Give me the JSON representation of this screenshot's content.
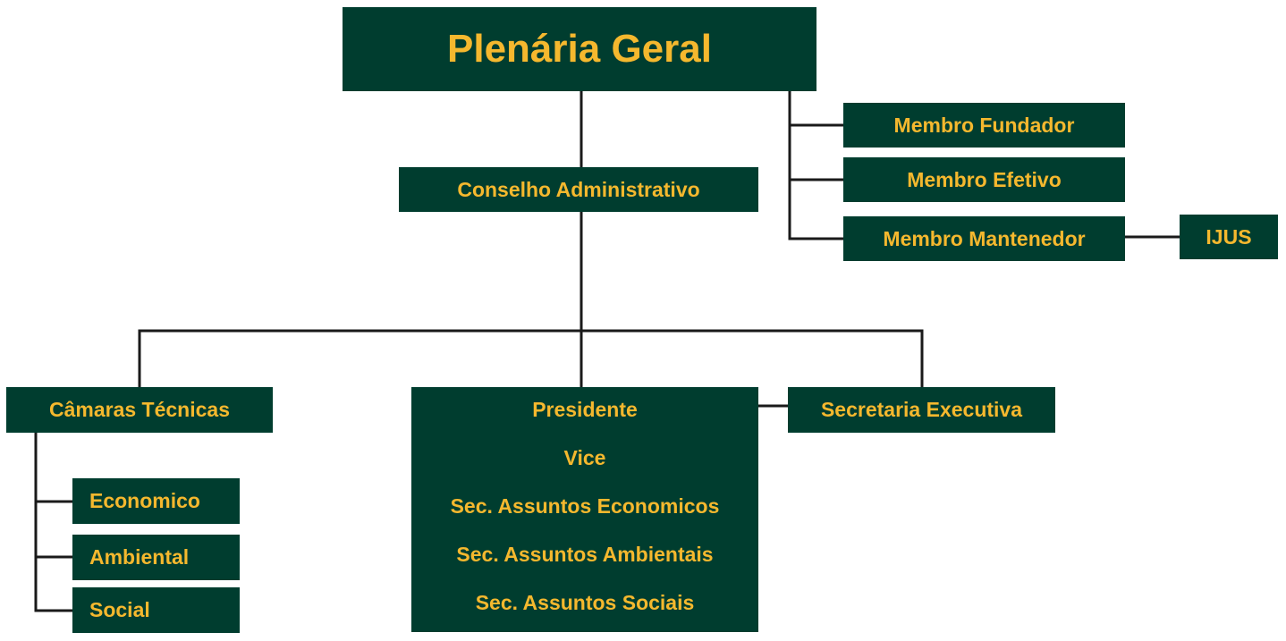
{
  "colors": {
    "box_fill": "#003d2f",
    "text": "#f5b82e",
    "connector": "#1a1a1a",
    "background": "#ffffff"
  },
  "nodes": {
    "plenaria": "Plenária Geral",
    "conselho": "Conselho Administrativo",
    "membro_fundador": "Membro Fundador",
    "membro_efetivo": "Membro Efetivo",
    "membro_mantenedor": "Membro Mantenedor",
    "ijus": "IJUS",
    "camaras": "Câmaras Técnicas",
    "economico": "Economico",
    "ambiental": "Ambiental",
    "social": "Social",
    "secretaria": "Secretaria Executiva",
    "presidencia": {
      "presidente": "Presidente",
      "vice": "Vice",
      "sec_economicos": "Sec. Assuntos Economicos",
      "sec_ambientais": "Sec. Assuntos Ambientais",
      "sec_sociais": "Sec. Assuntos Sociais"
    }
  }
}
